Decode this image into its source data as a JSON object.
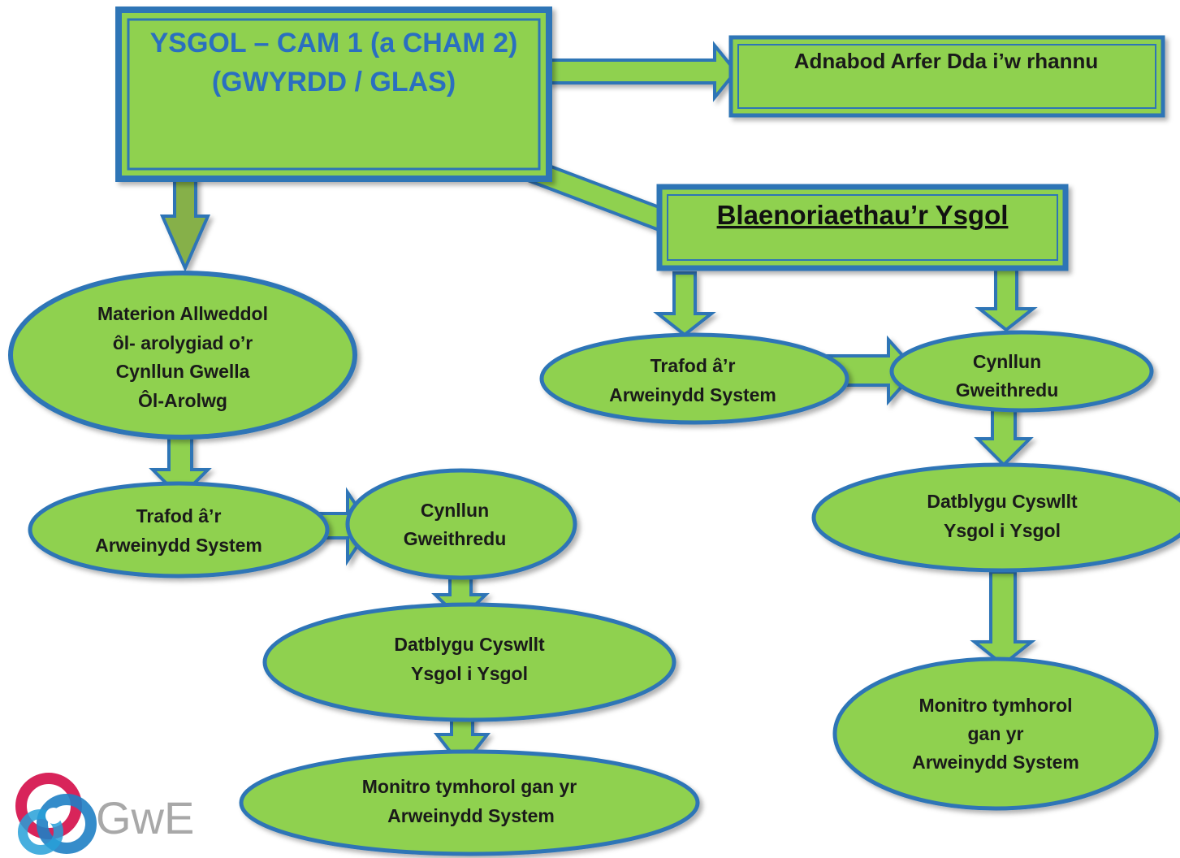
{
  "colors": {
    "fill_green": "#8fd14f",
    "border_blue": "#2e75b6",
    "title_blue": "#2a6fc0",
    "arrow_green": "#8fd14f"
  },
  "nodes": {
    "main": {
      "line1": "YSGOL – CAM 1 (a CHAM 2)",
      "line2": "(GWYRDD / GLAS)"
    },
    "good_practice": {
      "label": "Adnabod  Arfer Dda i’w rhannu"
    },
    "priorities": {
      "label": "Blaenoriaethau’r Ysgol"
    },
    "key_issues": {
      "lines": [
        "Materion Allweddol",
        "ôl- arolygiad o’r",
        "Cynllun Gwella",
        "Ôl-Arolwg"
      ]
    },
    "left_discuss": {
      "lines": [
        "Trafod â’r",
        "Arweinydd System"
      ]
    },
    "left_action": {
      "lines": [
        "Cynllun",
        "Gweithredu"
      ]
    },
    "left_develop": {
      "lines": [
        "Datblygu Cyswllt",
        "Ysgol i Ysgol"
      ]
    },
    "left_monitor": {
      "lines": [
        "Monitro tymhorol gan yr",
        "Arweinydd System"
      ]
    },
    "right_discuss": {
      "lines": [
        "Trafod â’r",
        "Arweinydd System"
      ]
    },
    "right_action": {
      "lines": [
        "Cynllun",
        "Gweithredu"
      ]
    },
    "right_develop": {
      "lines": [
        "Datblygu  Cyswllt",
        "Ysgol i Ysgol"
      ]
    },
    "right_monitor": {
      "lines": [
        "Monitro tymhorol",
        "gan yr",
        "Arweinydd System"
      ]
    }
  },
  "logo": {
    "text": "GwE"
  }
}
